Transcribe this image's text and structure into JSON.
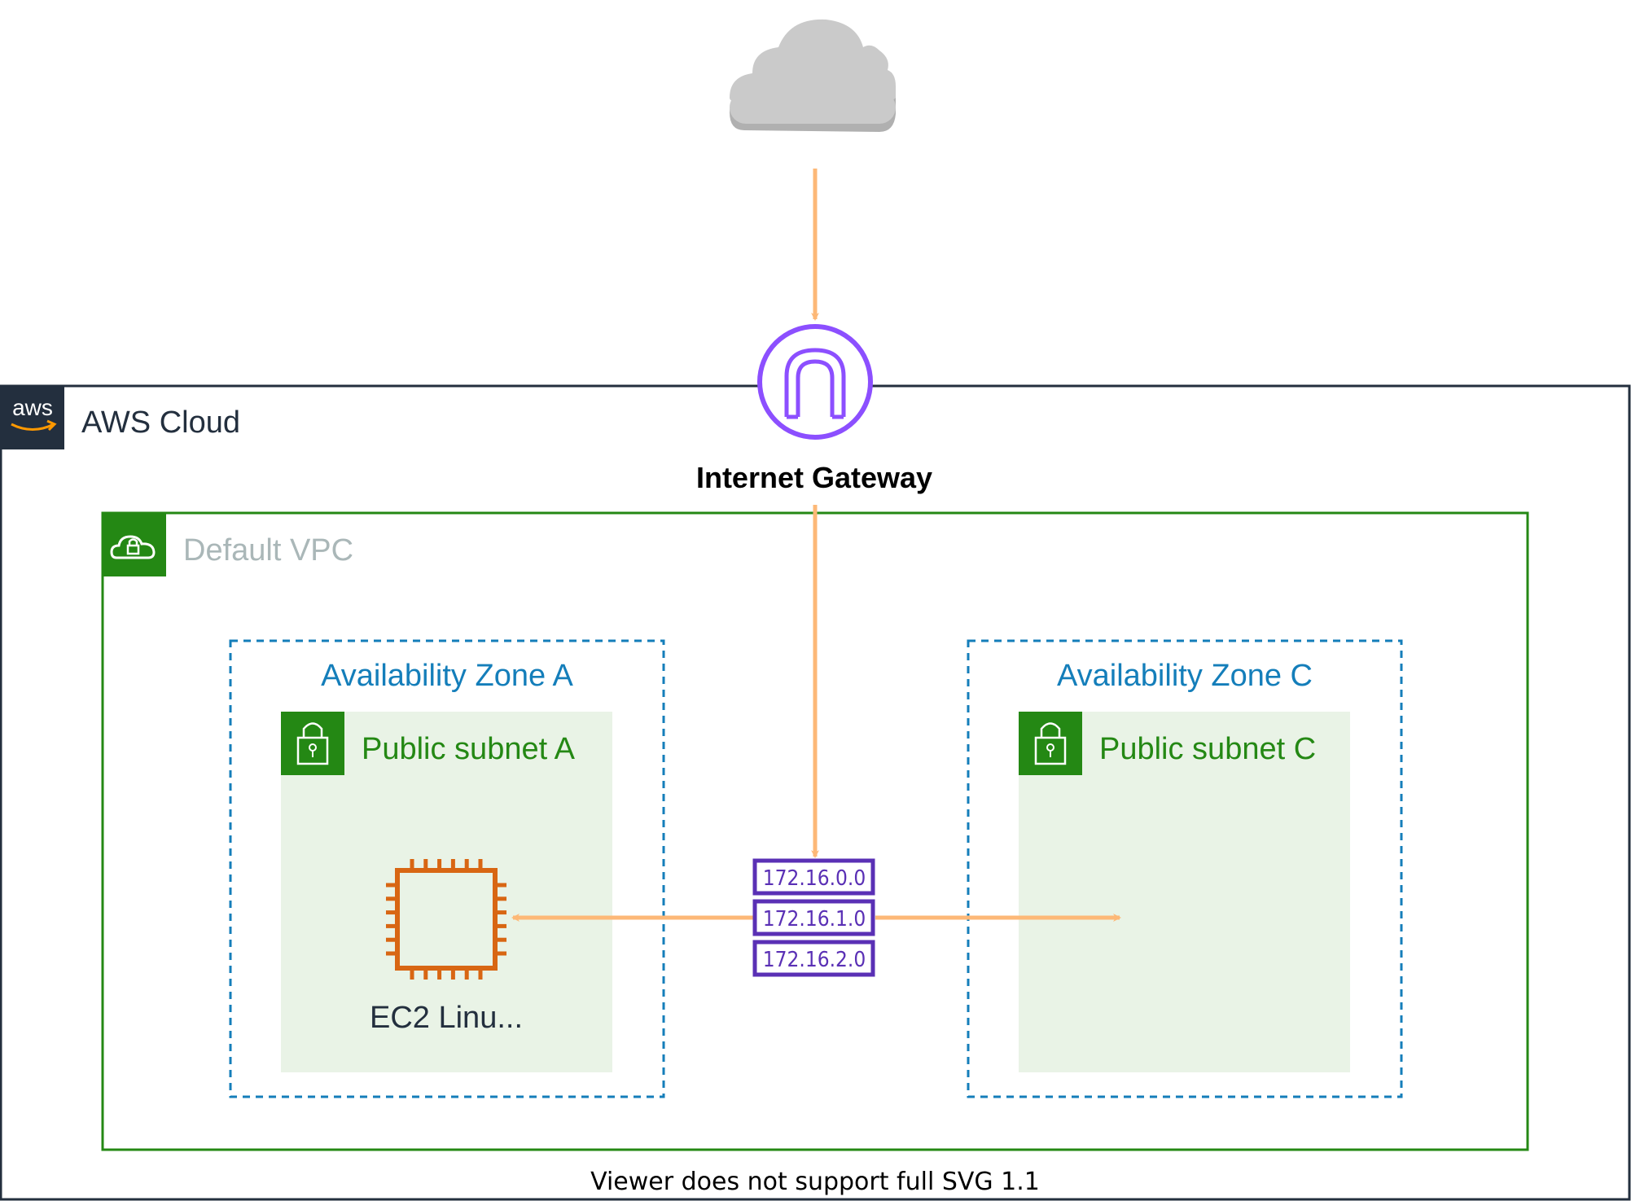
{
  "internet": {
    "icon": "cloud-icon"
  },
  "gateway": {
    "label": "Internet Gateway",
    "icon": "internet-gateway-icon"
  },
  "aws_cloud": {
    "label": "AWS Cloud",
    "logo_text": "aws",
    "icon": "aws-logo-icon"
  },
  "vpc": {
    "label": "Default VPC",
    "icon": "vpc-cloud-lock-icon"
  },
  "zones": [
    {
      "label": "Availability Zone A",
      "subnet": {
        "label": "Public subnet A",
        "icon": "padlock-icon"
      },
      "instance": {
        "label": "EC2 Linu...",
        "icon": "ec2-instance-icon"
      }
    },
    {
      "label": "Availability Zone C",
      "subnet": {
        "label": "Public subnet C",
        "icon": "padlock-icon"
      }
    }
  ],
  "route_table": {
    "icon": "route-table-icon",
    "entries": [
      "172.16.0.0",
      "172.16.1.0",
      "172.16.2.0"
    ]
  },
  "footer": {
    "text": "Viewer does not support full SVG 1.1"
  },
  "colors": {
    "arrow": "#fdb877",
    "aws_border": "#232f3e",
    "vpc_green": "#248814",
    "az_blue": "#147eba",
    "subnet_fill": "#e9f3e6",
    "ec2_orange": "#d86613",
    "gateway_purple": "#8c4fff",
    "route_purple": "#5a30b5"
  }
}
